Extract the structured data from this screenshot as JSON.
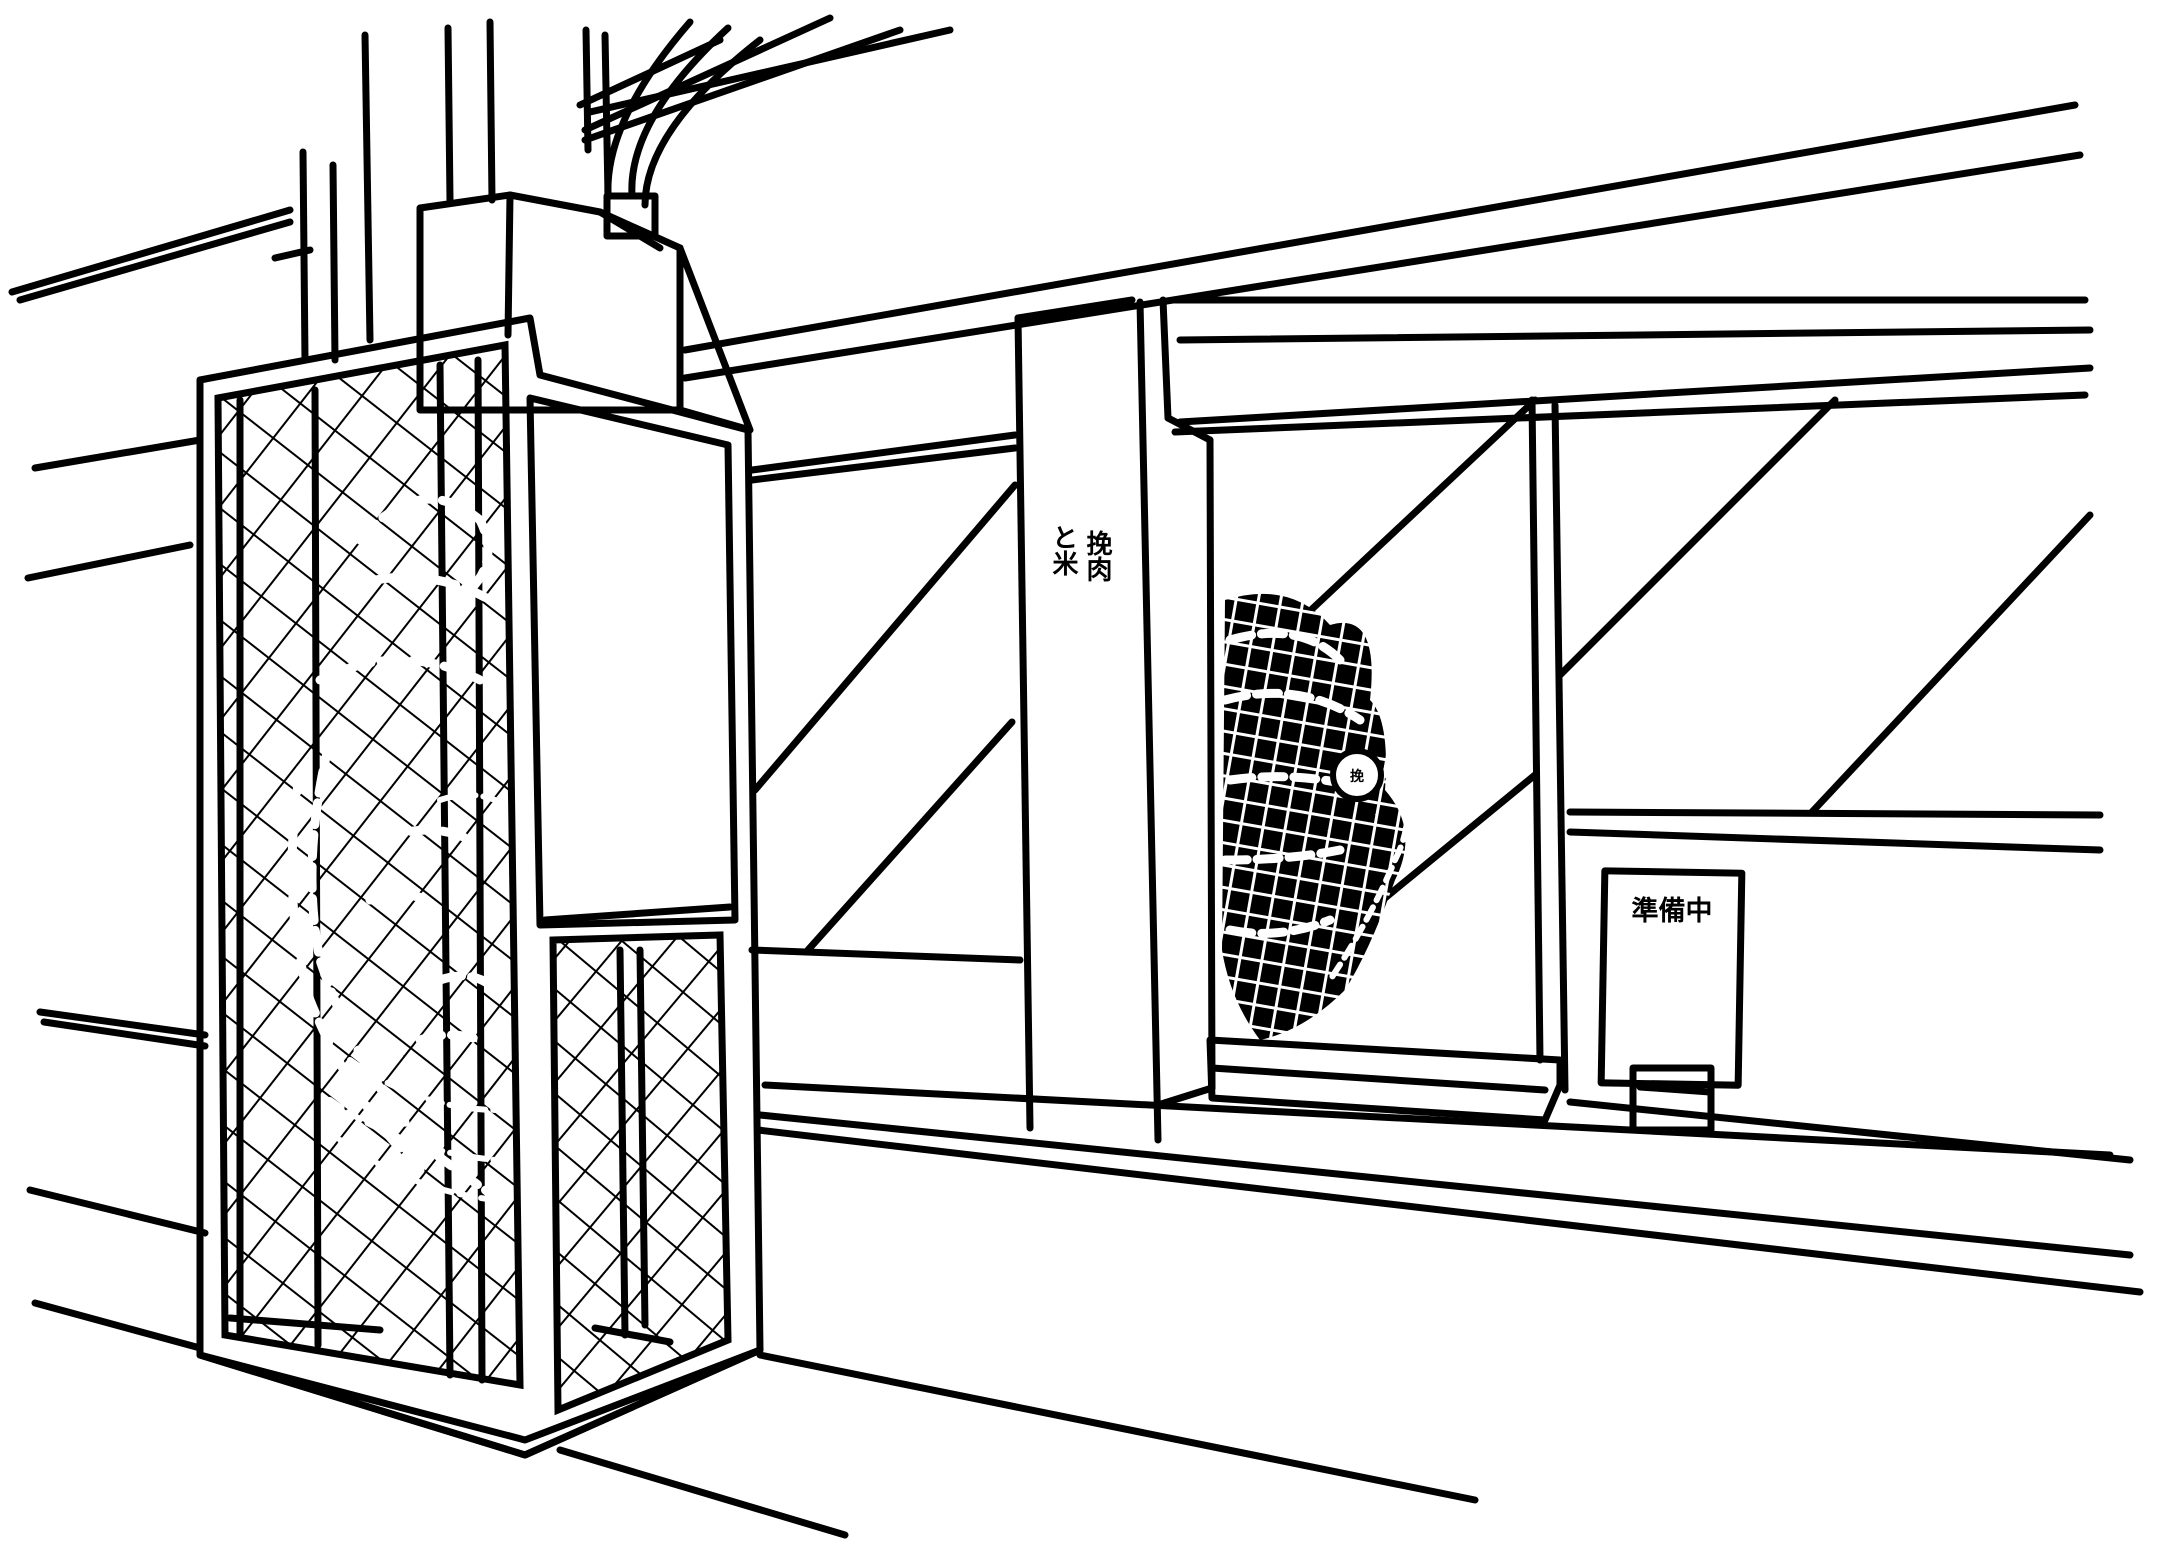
{
  "scene": {
    "pillar_label": {
      "col_right": "挽肉",
      "col_left": "と米"
    },
    "window_sign": {
      "text": "準備中"
    },
    "stamp_glyph": "挽"
  }
}
